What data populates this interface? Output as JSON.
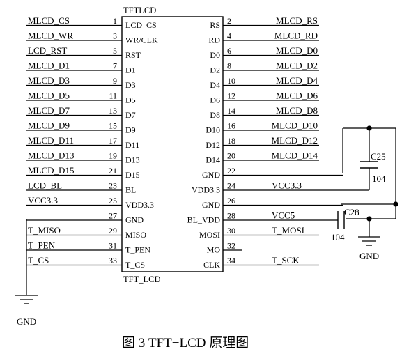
{
  "component": {
    "top_label": "TFTLCD",
    "bottom_label": "TFT_LCD"
  },
  "left_pins": [
    {
      "num": "1",
      "name": "LCD_CS",
      "net": "MLCD_CS"
    },
    {
      "num": "3",
      "name": "WR/CLK",
      "net": "MLCD_WR"
    },
    {
      "num": "5",
      "name": "RST",
      "net": "LCD_RST"
    },
    {
      "num": "7",
      "name": "D1",
      "net": "MLCD_D1"
    },
    {
      "num": "9",
      "name": "D3",
      "net": "MLCD_D3"
    },
    {
      "num": "11",
      "name": "D5",
      "net": "MLCD_D5"
    },
    {
      "num": "13",
      "name": "D7",
      "net": "MLCD_D7"
    },
    {
      "num": "15",
      "name": "D9",
      "net": "MLCD_D9"
    },
    {
      "num": "17",
      "name": "D11",
      "net": "MLCD_D11"
    },
    {
      "num": "19",
      "name": "D13",
      "net": "MLCD_D13"
    },
    {
      "num": "21",
      "name": "D15",
      "net": "MLCD_D15"
    },
    {
      "num": "23",
      "name": "BL",
      "net": "LCD_BL"
    },
    {
      "num": "25",
      "name": "VDD3.3",
      "net": "VCC3.3"
    },
    {
      "num": "27",
      "name": "GND",
      "net": ""
    },
    {
      "num": "29",
      "name": "MISO",
      "net": "T_MISO"
    },
    {
      "num": "31",
      "name": "T_PEN",
      "net": "T_PEN"
    },
    {
      "num": "33",
      "name": "T_CS",
      "net": "T_CS"
    }
  ],
  "right_pins": [
    {
      "num": "2",
      "name": "RS",
      "net": "MLCD_RS"
    },
    {
      "num": "4",
      "name": "RD",
      "net": "MLCD_RD"
    },
    {
      "num": "6",
      "name": "D0",
      "net": "MLCD_D0"
    },
    {
      "num": "8",
      "name": "D2",
      "net": "MLCD_D2"
    },
    {
      "num": "10",
      "name": "D4",
      "net": "MLCD_D4"
    },
    {
      "num": "12",
      "name": "D6",
      "net": "MLCD_D6"
    },
    {
      "num": "14",
      "name": "D8",
      "net": "MLCD_D8"
    },
    {
      "num": "16",
      "name": "D10",
      "net": "MLCD_D10"
    },
    {
      "num": "18",
      "name": "D12",
      "net": "MLCD_D12"
    },
    {
      "num": "20",
      "name": "D14",
      "net": "MLCD_D14"
    },
    {
      "num": "22",
      "name": "GND",
      "net": ""
    },
    {
      "num": "24",
      "name": "VDD3.3",
      "net": "VCC3.3"
    },
    {
      "num": "26",
      "name": "GND",
      "net": ""
    },
    {
      "num": "28",
      "name": "BL_VDD",
      "net": "VCC5"
    },
    {
      "num": "30",
      "name": "MOSI",
      "net": "T_MOSI"
    },
    {
      "num": "32",
      "name": "MO",
      "net": ""
    },
    {
      "num": "34",
      "name": "CLK",
      "net": "T_SCK"
    }
  ],
  "capacitors": {
    "c25": {
      "name": "C25",
      "value": "104"
    },
    "c28": {
      "name": "C28",
      "value": "104"
    }
  },
  "ground_labels": {
    "left": "GND",
    "right": "GND"
  },
  "caption": "图 3   TFT−LCD 原理图"
}
